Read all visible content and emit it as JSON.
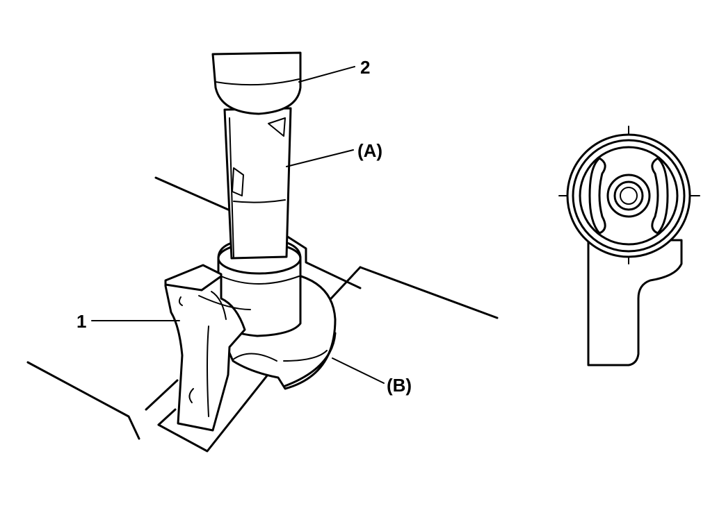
{
  "callouts": {
    "part_1": "1",
    "part_2": "2",
    "point_a": "(A)",
    "point_b": "(B)"
  }
}
